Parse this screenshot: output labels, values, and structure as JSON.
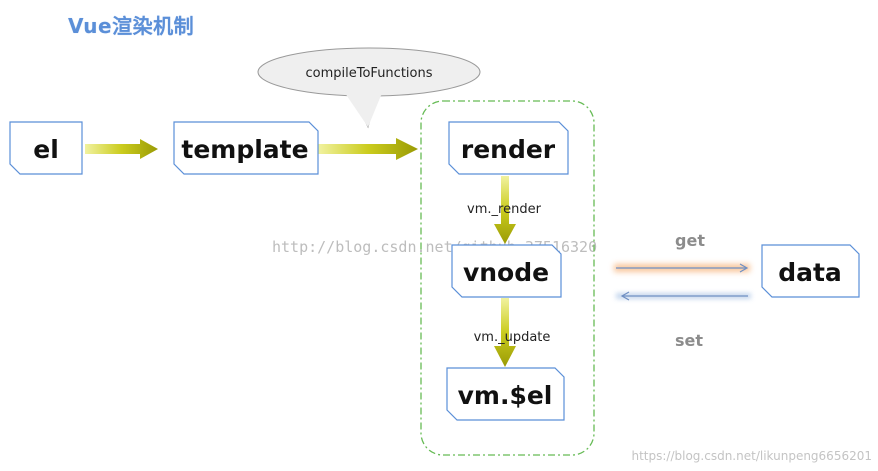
{
  "title": "Vue渲染机制",
  "nodes": {
    "el": "el",
    "template": "template",
    "render": "render",
    "vnode": "vnode",
    "vm_el": "vm.$el",
    "data": "data"
  },
  "callout": "compileToFunctions",
  "edges": {
    "render_to_vnode": "vm._render",
    "vnode_to_vm_el": "vm._update"
  },
  "flows": {
    "get": "get",
    "set": "set"
  },
  "watermarks": {
    "center": "http://blog.csdn.net/github_37516320",
    "bottom_right": "https://blog.csdn.net/likunpeng6656201"
  },
  "colors": {
    "box_border": "#5b8fd8",
    "arrow_fill": "#cbcc1e",
    "container_border": "#66bb55",
    "get_arrow": "#f4a76b",
    "set_arrow": "#8fb5e3",
    "title": "#5b8fd8"
  }
}
